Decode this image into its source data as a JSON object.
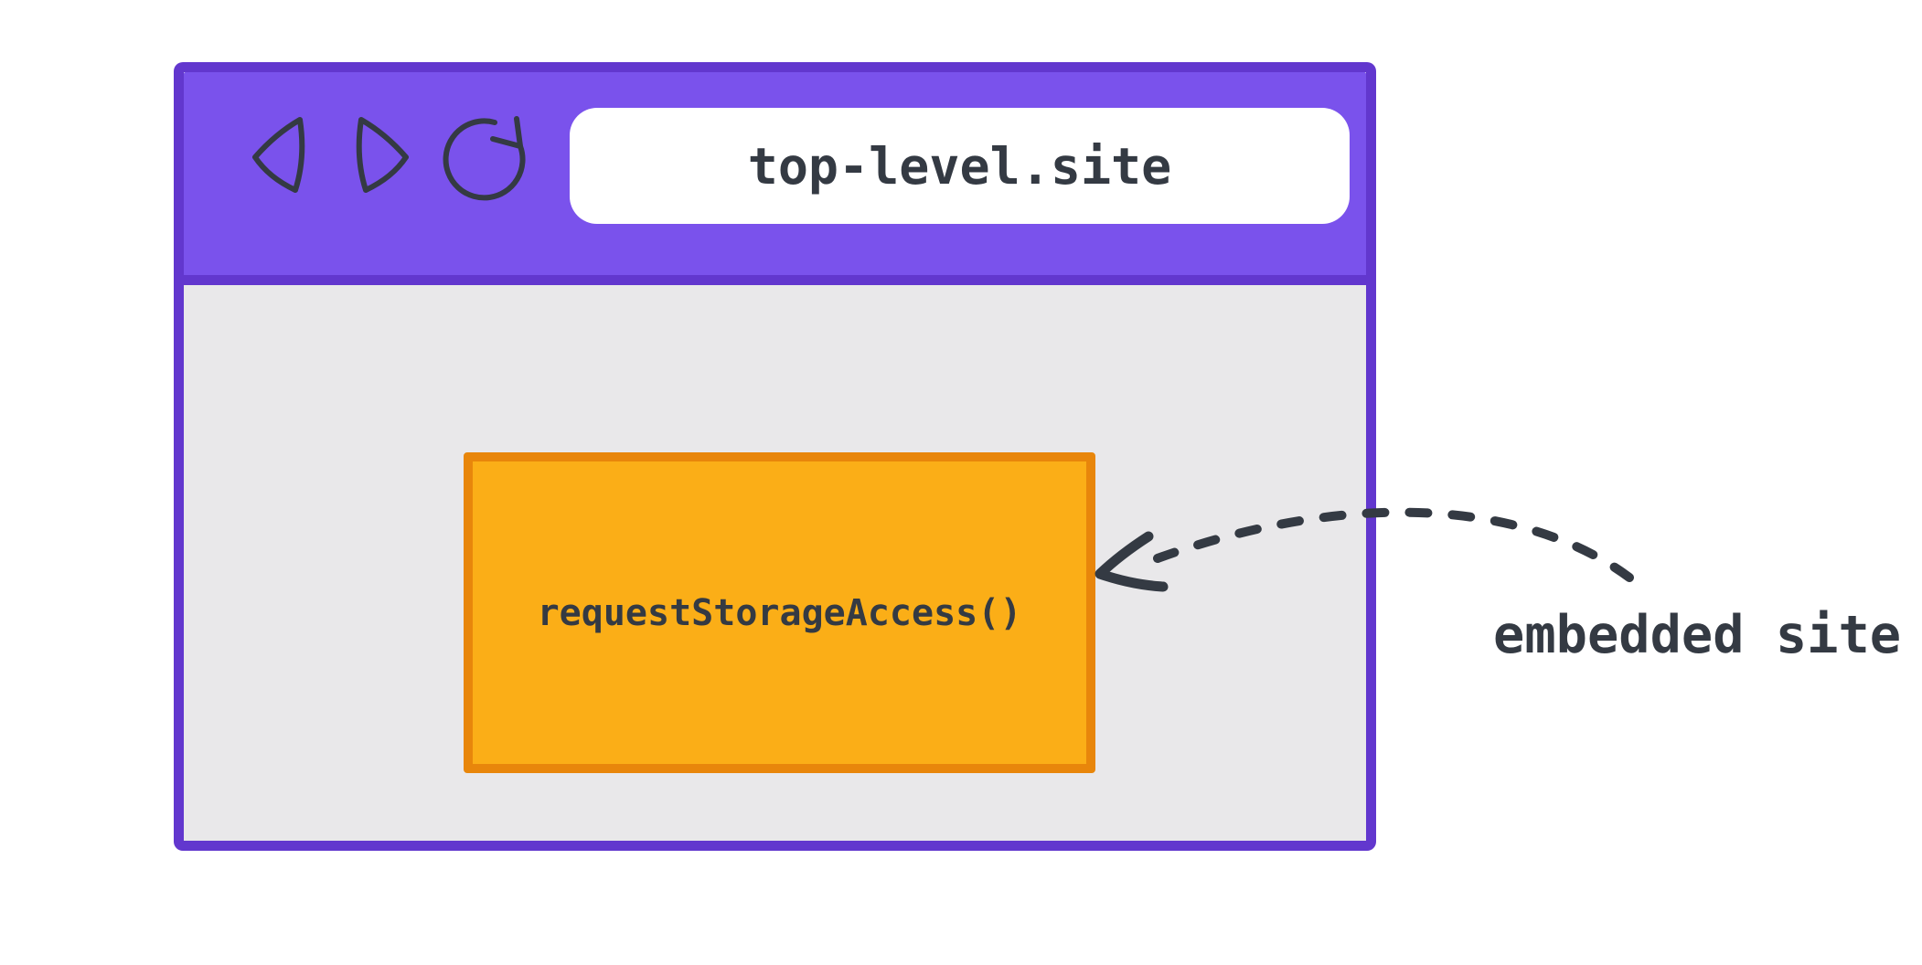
{
  "diagram": {
    "description": "Hand-drawn style diagram of a browser window; an embedded third-party iframe inside the top-level site calls requestStorageAccess()"
  },
  "browser": {
    "url": "top-level.site",
    "toolbar_icons": [
      {
        "name": "back-icon",
        "glyph": "left-pointing triangle outline"
      },
      {
        "name": "forward-icon",
        "glyph": "right-pointing triangle outline"
      },
      {
        "name": "reload-icon",
        "glyph": "circular clockwise arrow"
      }
    ]
  },
  "embed": {
    "code_label": "requestStorageAccess()"
  },
  "annotation": {
    "label": "embedded site",
    "arrow": "dashed curved arrow from label area pointing to right edge of embedded box"
  },
  "theme": {
    "frame_purple": "#6237ce",
    "toolbar_purple": "#7a52ec",
    "viewport_gray": "#e9e8ea",
    "urlbar_white": "#ffffff",
    "embed_orange": "#fbae17",
    "embed_orange_border": "#e8860b",
    "ink": "#343a43",
    "page_background": "#ffffff"
  }
}
